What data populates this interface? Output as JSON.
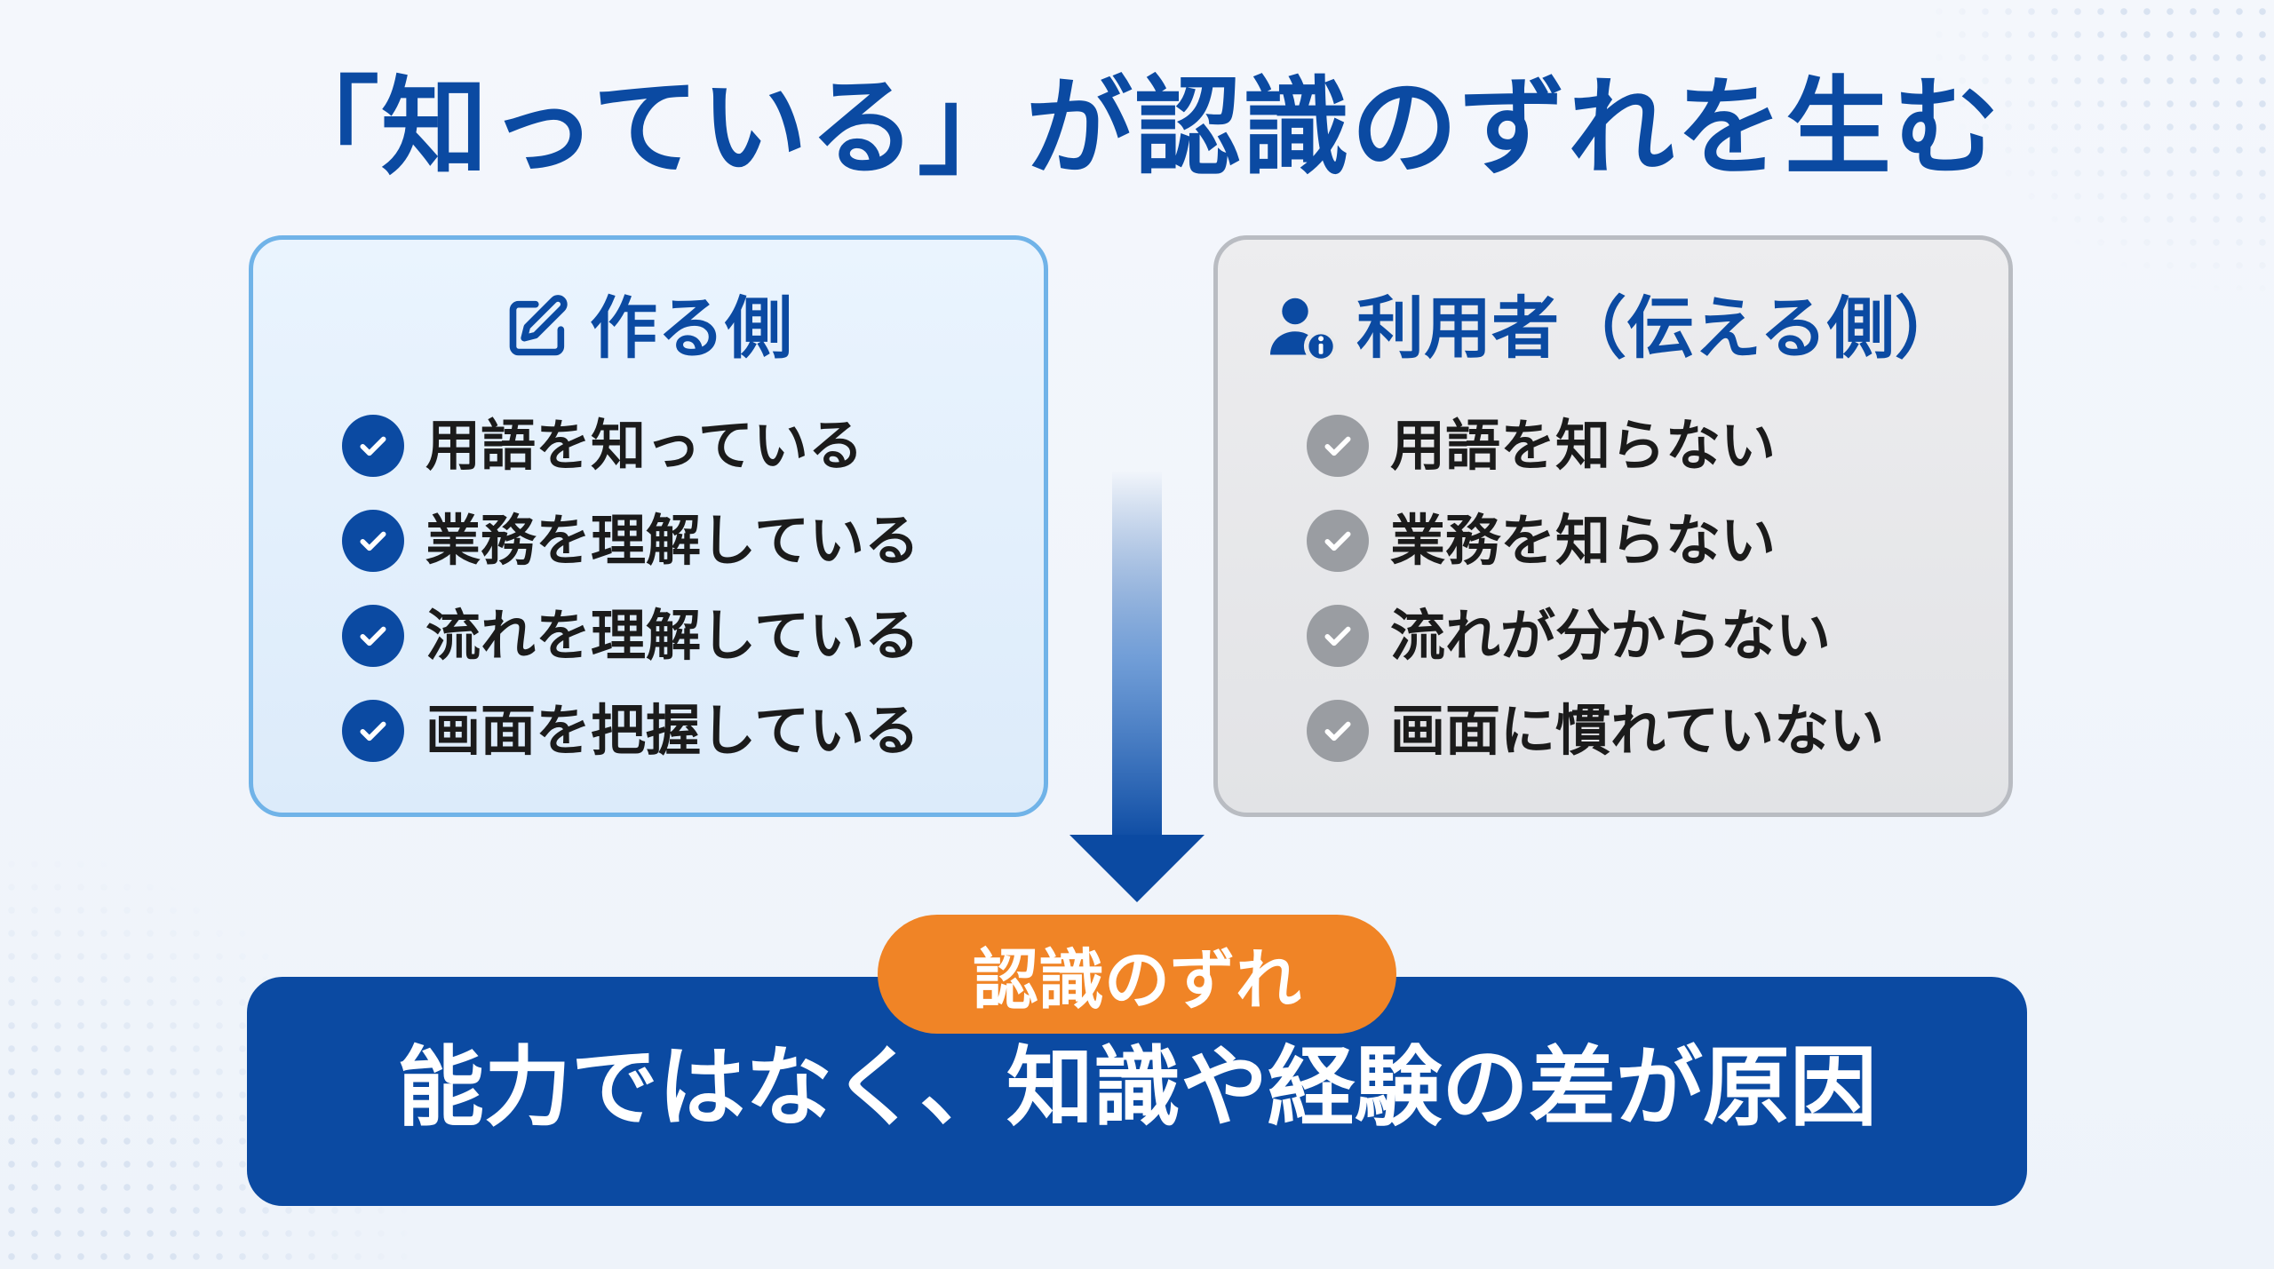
{
  "title": "「知っている」が認識のずれを生む",
  "maker": {
    "icon": "edit-icon",
    "label": "作る側",
    "items": [
      "用語を知っている",
      "業務を理解している",
      "流れを理解している",
      "画面を把握している"
    ]
  },
  "user": {
    "icon": "user-info-icon",
    "label": "利用者（伝える側）",
    "items": [
      "用語を知らない",
      "業務を知らない",
      "流れが分からない",
      "画面に慣れていない"
    ]
  },
  "badge": "認識のずれ",
  "conclusion": "能力ではなく、知識や経験の差が原因",
  "colors": {
    "primary": "#0b4aa2",
    "accent": "#f08426",
    "left_border": "#70b3e8",
    "right_border": "#b9bcc2",
    "check_gray": "#9a9da2"
  }
}
